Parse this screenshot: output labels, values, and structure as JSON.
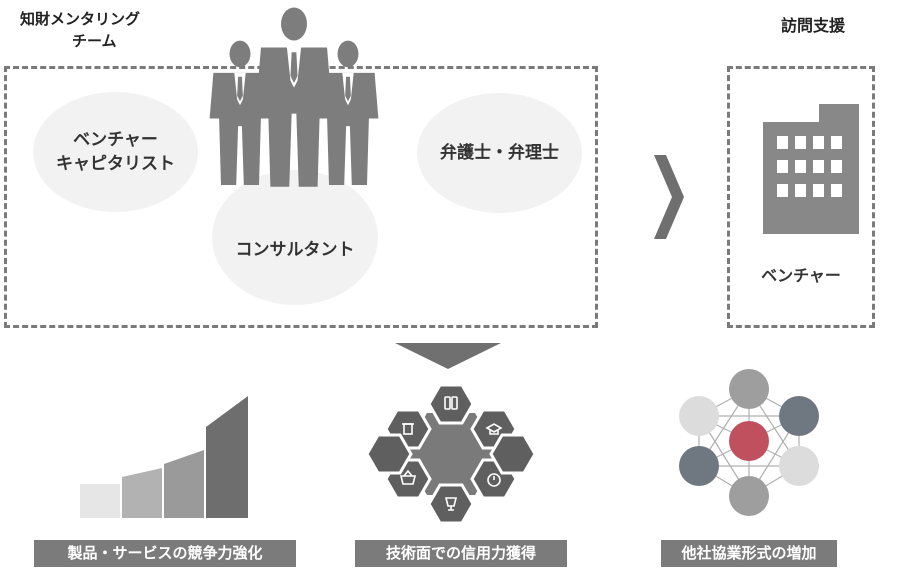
{
  "team": {
    "title_line1": "知財メンタリング",
    "title_line2": "チーム",
    "members": {
      "vc_line1": "ベンチャー",
      "vc_line2": "キャピタリスト",
      "consultant": "コンサルタント",
      "lawyer": "弁護士・弁理士"
    }
  },
  "support": {
    "title": "訪問支援",
    "venture_label": "ベンチャー"
  },
  "outcomes": [
    {
      "label": "製品・サービスの競争力強化",
      "icon": "bar-growth-icon"
    },
    {
      "label": "技術面での信用力獲得",
      "icon": "hexagon-cluster-icon"
    },
    {
      "label": "他社協業形式の増加",
      "icon": "network-icon"
    }
  ],
  "colors": {
    "dash": "#7a7a7a",
    "oval": "#f2f2f2",
    "caption_bg": "#7b7b7b",
    "highlight_node": "#c0505e"
  }
}
